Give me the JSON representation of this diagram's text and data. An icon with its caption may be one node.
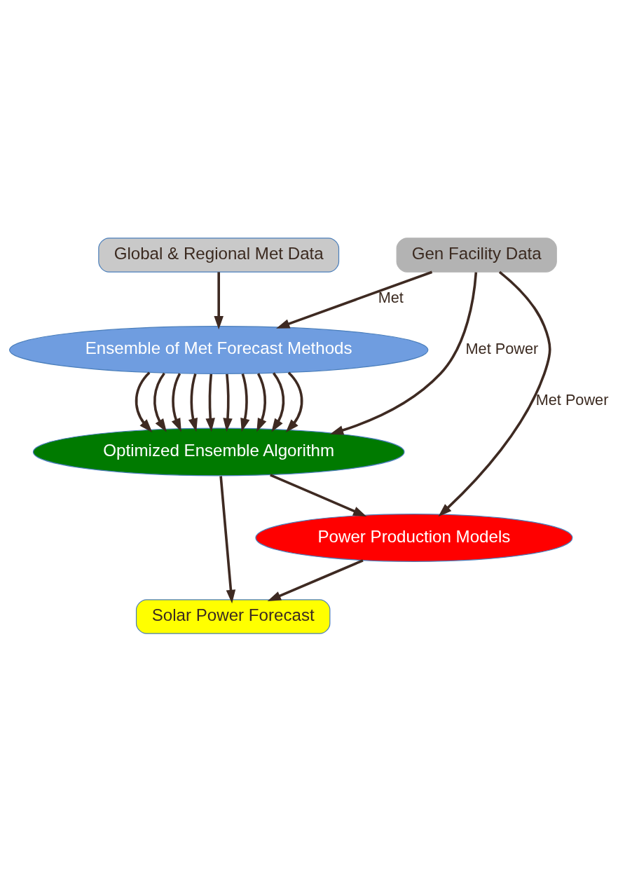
{
  "diagram": {
    "nodes": [
      {
        "text": [
          "Gen Facility Data"
        ]
      },
      {
        "text": [
          "Global & Regional Met Data"
        ]
      },
      {
        "text": [
          "Ensemble of Met Forecast Methods"
        ]
      },
      {
        "text": [
          "Optimized Ensemble Algorithm"
        ]
      },
      {
        "text": [
          "Power Production Models"
        ]
      },
      {
        "text": [
          "Solar Power Forecast"
        ]
      }
    ],
    "edges": [
      {
        "from": 1,
        "to": 2,
        "arrow": "to"
      },
      {
        "from": 0,
        "to": 2,
        "arrow": "to",
        "label": "Met"
      },
      {
        "from": 2,
        "to": 3,
        "arrow": "to"
      },
      {
        "from": 2,
        "to": 3,
        "arrow": "to"
      },
      {
        "from": 2,
        "to": 3,
        "arrow": "to"
      },
      {
        "from": 2,
        "to": 3,
        "arrow": "to"
      },
      {
        "from": 2,
        "to": 3,
        "arrow": "to"
      },
      {
        "from": 2,
        "to": 3,
        "arrow": "to"
      },
      {
        "from": 2,
        "to": 3,
        "arrow": "to"
      },
      {
        "from": 2,
        "to": 3,
        "arrow": "to"
      },
      {
        "from": 2,
        "to": 3,
        "arrow": "to"
      },
      {
        "from": 2,
        "to": 3,
        "arrow": "to"
      },
      {
        "from": 0,
        "to": 3,
        "arrow": "to",
        "label": "Met Power"
      },
      {
        "from": 3,
        "to": 4,
        "arrow": "to"
      },
      {
        "from": 0,
        "to": 4,
        "arrow": "to",
        "label": "Met Power"
      },
      {
        "from": 3,
        "to": 5,
        "arrow": "to"
      },
      {
        "from": 4,
        "to": 5,
        "arrow": "to"
      }
    ]
  }
}
